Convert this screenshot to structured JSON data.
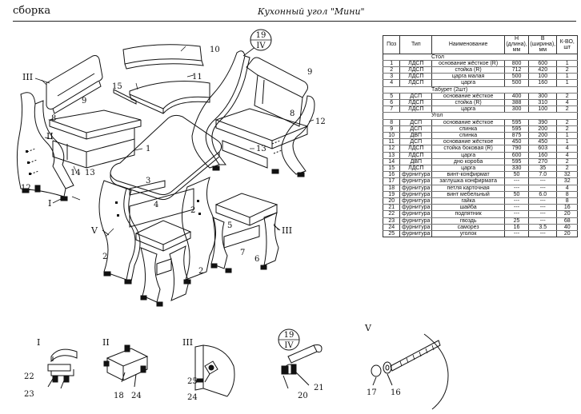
{
  "header": {
    "left": "сборка",
    "title": "Кухонный угол \"Мини\""
  },
  "drawing_labels": {
    "part_numbers": [
      "1",
      "2",
      "3",
      "4",
      "5",
      "6",
      "7",
      "8",
      "9",
      "10",
      "11",
      "12",
      "13",
      "14",
      "15",
      "16",
      "17",
      "18",
      "19",
      "20",
      "21",
      "22",
      "23",
      "24",
      "25"
    ],
    "callouts": {
      "p1": "1",
      "p2a": "2",
      "p2b": "2",
      "p2c": "2",
      "p3": "3",
      "p4": "4",
      "p5": "5",
      "p6": "6",
      "p7": "7",
      "p8a": "8",
      "p8b": "8",
      "p9a": "9",
      "p9b": "9",
      "p10": "10",
      "p11": "11",
      "p12a": "12",
      "p12b": "12",
      "p13a": "13",
      "p13b": "13",
      "p14": "14",
      "p15": "15",
      "d16": "16",
      "d17": "17",
      "d18": "18",
      "d20": "20",
      "d21": "21",
      "d22": "22",
      "d23": "23",
      "d24a": "24",
      "d24b": "24",
      "d25": "25"
    },
    "roman": {
      "I": "I",
      "II": "II",
      "III": "III",
      "IV": "IV",
      "V": "V"
    },
    "marker_top": {
      "num": "19",
      "roman": "IV"
    },
    "marker_detail": {
      "num": "19",
      "roman": "IV"
    },
    "detail_titles": {
      "d1": "I",
      "d2": "II",
      "d3": "III",
      "d5": "V"
    }
  },
  "table": {
    "headers": {
      "pos": "Поз",
      "type": "Тип",
      "name": "Наименование",
      "h": "H (длина), мм",
      "b": "B (ширина), мм",
      "qty": "К-ВО, шт"
    },
    "rows": [
      {
        "section": "Стол"
      },
      {
        "pos": "1",
        "type": "ЛДСП",
        "name": "основание жёсткое (R)",
        "h": "800",
        "b": "600",
        "qty": "1"
      },
      {
        "pos": "2",
        "type": "ЛДСП",
        "name": "стойка (R)",
        "h": "712",
        "b": "420",
        "qty": "2"
      },
      {
        "pos": "3",
        "type": "ЛДСП",
        "name": "царга малая",
        "h": "500",
        "b": "100",
        "qty": "1"
      },
      {
        "pos": "4",
        "type": "ЛДСП",
        "name": "царга",
        "h": "500",
        "b": "160",
        "qty": "1"
      },
      {
        "section": "Табурет (2шт)"
      },
      {
        "pos": "5",
        "type": "ДСП",
        "name": "основание жёсткое",
        "h": "400",
        "b": "300",
        "qty": "2"
      },
      {
        "pos": "6",
        "type": "ЛДСП",
        "name": "стойка (R)",
        "h": "388",
        "b": "310",
        "qty": "4"
      },
      {
        "pos": "7",
        "type": "ЛДСП",
        "name": "царга",
        "h": "300",
        "b": "100",
        "qty": "2"
      },
      {
        "section": "Угол"
      },
      {
        "pos": "8",
        "type": "ДСП",
        "name": "основание жёсткое",
        "h": "595",
        "b": "390",
        "qty": "2"
      },
      {
        "pos": "9",
        "type": "ДСП",
        "name": "спинка",
        "h": "595",
        "b": "200",
        "qty": "2"
      },
      {
        "pos": "10",
        "type": "ДВП",
        "name": "спинка",
        "h": "875",
        "b": "200",
        "qty": "1"
      },
      {
        "pos": "11",
        "type": "ДСП",
        "name": "основание жёсткое",
        "h": "450",
        "b": "450",
        "qty": "1"
      },
      {
        "pos": "12",
        "type": "ЛДСП",
        "name": "стойка боковая (R)",
        "h": "790",
        "b": "603",
        "qty": "4"
      },
      {
        "pos": "13",
        "type": "ЛДСП",
        "name": "царга",
        "h": "600",
        "b": "160",
        "qty": "4"
      },
      {
        "pos": "14",
        "type": "ДВП",
        "name": "дно короба",
        "h": "595",
        "b": "270",
        "qty": "2"
      },
      {
        "pos": "15",
        "type": "ЛДСП",
        "name": "царга",
        "h": "330",
        "b": "35",
        "qty": "2"
      },
      {
        "pos": "16",
        "type": "фурнитура",
        "name": "винт-конфирмат",
        "h": "50",
        "b": "7.0",
        "qty": "32"
      },
      {
        "pos": "17",
        "type": "фурнитура",
        "name": "заглушка конфирмата",
        "h": "---",
        "b": "---",
        "qty": "32"
      },
      {
        "pos": "18",
        "type": "фурнитура",
        "name": "петля карточная",
        "h": "---",
        "b": "---",
        "qty": "4"
      },
      {
        "pos": "19",
        "type": "фурнитура",
        "name": "винт мебельный",
        "h": "50",
        "b": "6.0",
        "qty": "8"
      },
      {
        "pos": "20",
        "type": "фурнитура",
        "name": "гайка",
        "h": "---",
        "b": "---",
        "qty": "8"
      },
      {
        "pos": "21",
        "type": "фурнитура",
        "name": "шайба",
        "h": "---",
        "b": "---",
        "qty": "16"
      },
      {
        "pos": "22",
        "type": "фурнитура",
        "name": "подпятник",
        "h": "---",
        "b": "---",
        "qty": "20"
      },
      {
        "pos": "23",
        "type": "фурнитура",
        "name": "гвоздь",
        "h": "25",
        "b": "---",
        "qty": "68"
      },
      {
        "pos": "24",
        "type": "фурнитура",
        "name": "саморез",
        "h": "16",
        "b": "3.5",
        "qty": "40"
      },
      {
        "pos": "25",
        "type": "фурнитура",
        "name": "уголок",
        "h": "---",
        "b": "---",
        "qty": "20"
      }
    ]
  }
}
